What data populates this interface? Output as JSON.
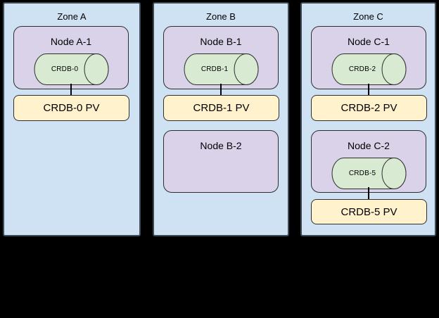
{
  "colors": {
    "background": "#000000",
    "zone_fill": "#cfe2f3",
    "zone_border": "#3d4b57",
    "node_fill": "#d9d2e9",
    "db_fill": "#d9ead3",
    "pv_fill": "#fff2cc",
    "shape_border": "#2e2e2e",
    "connector": "#000000"
  },
  "zones": [
    {
      "title": "Zone A",
      "node1": {
        "title": "Node A-1",
        "db": "CRDB-0"
      },
      "pv1": "CRDB-0 PV"
    },
    {
      "title": "Zone B",
      "node1": {
        "title": "Node B-1",
        "db": "CRDB-1"
      },
      "pv1": "CRDB-1 PV",
      "node2": {
        "title": "Node B-2"
      }
    },
    {
      "title": "Zone C",
      "node1": {
        "title": "Node C-1",
        "db": "CRDB-2"
      },
      "pv1": "CRDB-2 PV",
      "node2": {
        "title": "Node C-2",
        "db": "CRDB-5"
      },
      "pv2": "CRDB-5 PV"
    }
  ]
}
